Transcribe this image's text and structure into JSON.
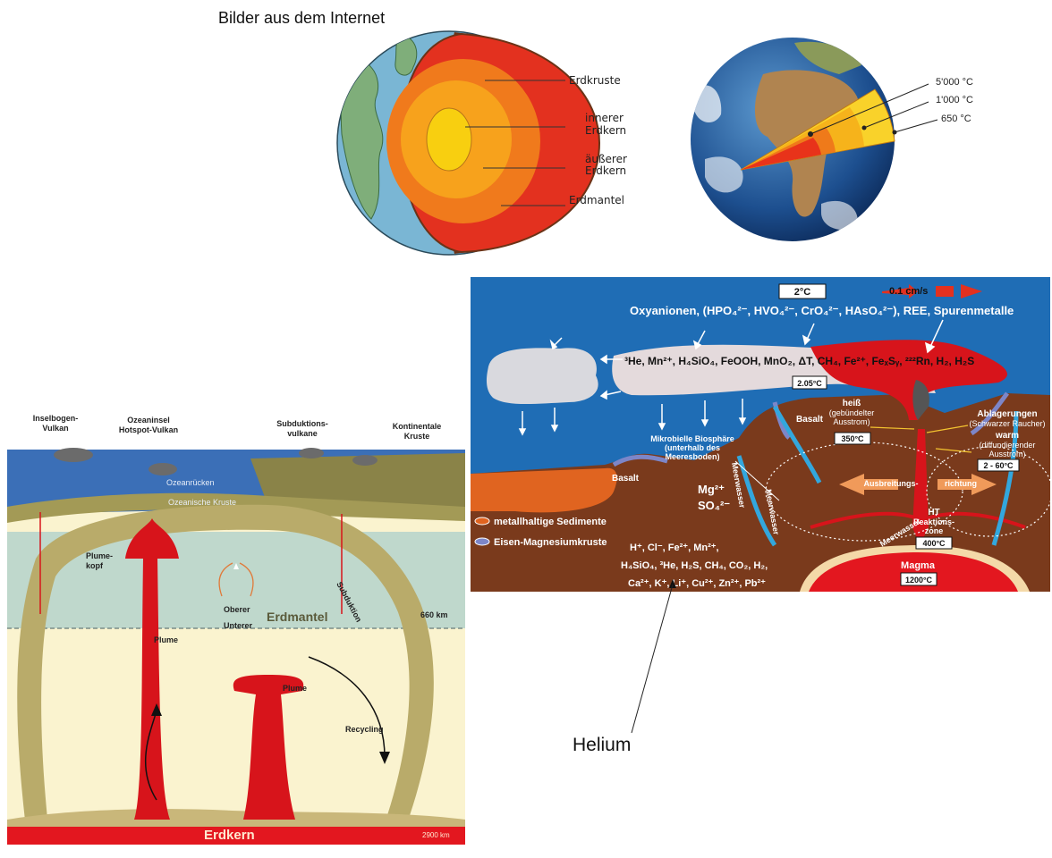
{
  "page": {
    "title": "Bilder aus dem Internet",
    "helium_label": "Helium"
  },
  "earth_layers": {
    "crust": "Erdkruste",
    "inner_core_1": "innerer",
    "inner_core_2": "Erdkern",
    "outer_core_1": "äußerer",
    "outer_core_2": "Erdkern",
    "mantle": "Erdmantel"
  },
  "globe_temps": {
    "t1": "5'000 °C",
    "t2": "1'000 °C",
    "t3": "650 °C"
  },
  "plume": {
    "inselbogen_1": "Inselbogen-",
    "inselbogen_2": "Vulkan",
    "ozeaninsel_1": "Ozeaninsel",
    "ozeaninsel_2": "Hotspot-Vulkan",
    "subduktions_1": "Subduktions-",
    "subduktions_2": "vulkane",
    "kontinentale_1": "Kontinentale",
    "kontinentale_2": "Kruste",
    "ozeanruecken": "Ozeanrücken",
    "ozeanische_kruste": "Ozeanische Kruste",
    "plumekopf_1": "Plume-",
    "plumekopf_2": "kopf",
    "oberer": "Oberer",
    "unterer": "Unterer",
    "erdmantel": "Erdmantel",
    "depth_660": "660 km",
    "subduktion": "Subduktion",
    "plume_a": "Plume",
    "plume_b": "Plume",
    "recycling": "Recycling",
    "erdkern": "Erdkern",
    "depth_2900": "2900 km"
  },
  "vent": {
    "temp_2c": "2°C",
    "speed": "0.1 cm/s",
    "oxyanionen": "Oxyanionen, (HPO₄²⁻, HVO₄²⁻, CrO₄²⁻, HAsO₄²⁻), REE, Spurenmetalle",
    "plume_species": "³He, Mn²⁺, H₄SiO₄, FeOOH, MnO₂, ΔT, CH₄, Fe²⁺, FeₓSᵧ, ²²²Rn, H₂, H₂S",
    "temp_205": "2.05°C",
    "heiss": "heiß",
    "heiss_sub_1": "(gebündelter",
    "heiss_sub_2": "Ausstrom)",
    "temp_350": "350°C",
    "ablagerungen": "Ablagerungen",
    "schwarzer_raucher": "(Schwarzer Raucher)",
    "warm": "warm",
    "warm_sub_1": "(diffundierender",
    "warm_sub_2": "Ausstrom)",
    "temp_2_60": "2 - 60°C",
    "basalt_1": "Basalt",
    "basalt_2": "Basalt",
    "biosphaere_1": "Mikrobielle Biosphäre",
    "biosphaere_2": "(unterhalb des",
    "biosphaere_3": "Meeresboden)",
    "mg": "Mg²⁺",
    "so4": "SO₄²⁻",
    "meerwasser_1": "Meerwasser",
    "meerwasser_2": "Meerwasser",
    "meerwasser_3": "Meerwasser",
    "ausbreitung_1": "Ausbreitungs-",
    "ausbreitung_2": "richtung",
    "ht_1": "HT",
    "ht_2": "Reaktions-",
    "ht_3": "zone",
    "temp_400": "400°C",
    "legend_1": "metallhaltige Sedimente",
    "legend_2": "Eisen-Magnesiumkruste",
    "ions_1": "H⁺, Cl⁻, Fe²⁺, Mn²⁺,",
    "ions_2": "H₄SiO₄, ³He, H₂S, CH₄, CO₂, H₂,",
    "ions_3": "Ca²⁺, K⁺, Li⁺, Cu²⁺, Zn²⁺, Pb²⁺",
    "magma": "Magma",
    "temp_1200": "1200°C"
  },
  "colors": {
    "ocean": "#1f6db5",
    "seafloor": "#7a3a1c",
    "plume_red": "#d7141b",
    "mantle_tan": "#b9ab6a",
    "core_red": "#e3171f"
  }
}
